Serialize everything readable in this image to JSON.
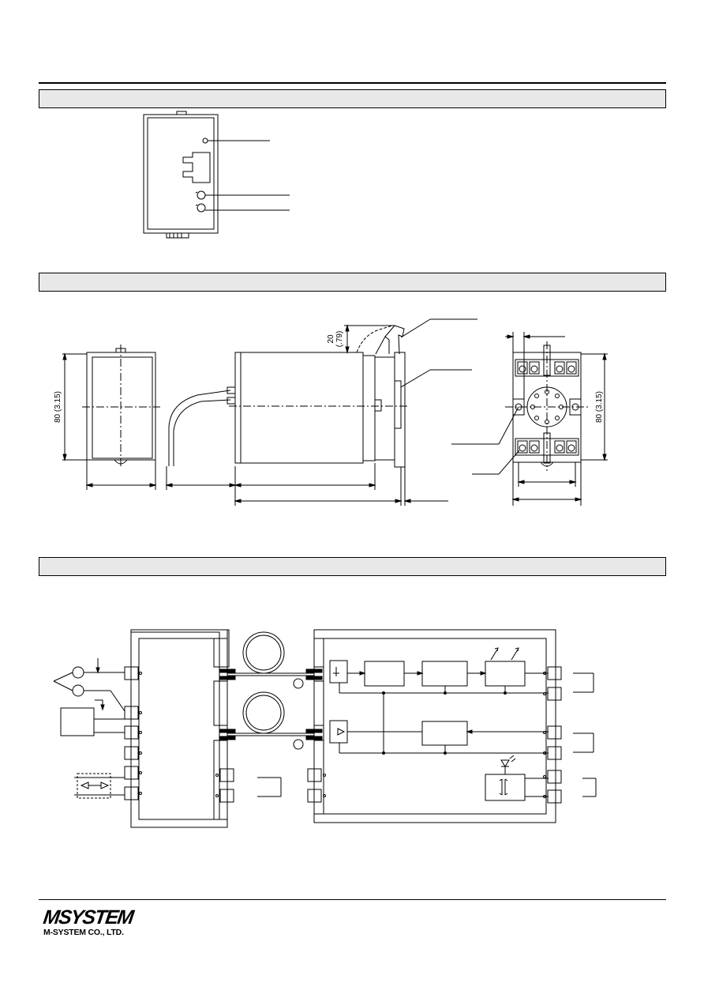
{
  "dimensions": {
    "front_height": "80 (3.15)",
    "socket_height": "80 (3.15)",
    "clearance_vertical": "20",
    "clearance_vertical_inch": "(.79)"
  },
  "footer": {
    "logo_mark": "MSYSTEM",
    "company_name": "M-SYSTEM CO., LTD."
  }
}
